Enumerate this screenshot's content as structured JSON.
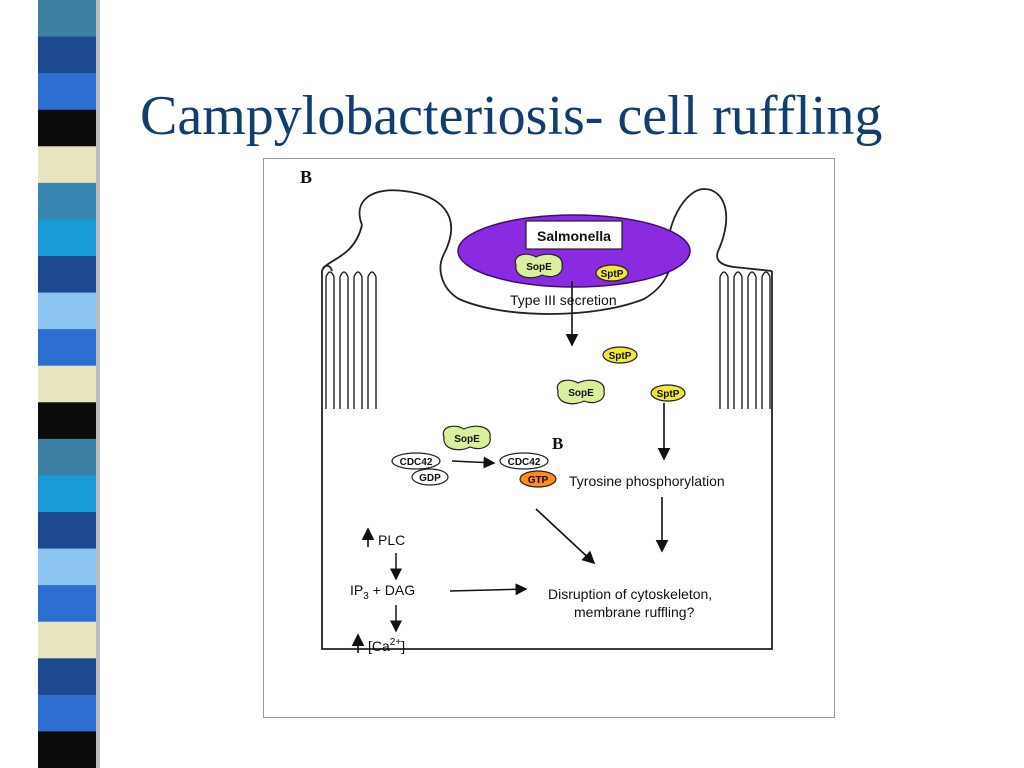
{
  "slide": {
    "title": "Campylobacteriosis- cell ruffling"
  },
  "left_strip_colors": [
    "#3e7fa6",
    "#1d4a8f",
    "#2d6fd0",
    "#0b0b0b",
    "#e8e4bd",
    "#3a86b3",
    "#1a9bd6",
    "#1d4a8f",
    "#8cc4f2",
    "#2d6fd0",
    "#e8e4bd",
    "#0b0b0b",
    "#3e7fa6",
    "#1a9bd6",
    "#1d4a8f",
    "#8cc4f2",
    "#2d6fd0",
    "#e8e4bd",
    "#1d4a8f",
    "#2d6fd0",
    "#0b0b0b"
  ],
  "diagram": {
    "panel_letter": "B",
    "bacterium_label": "Salmonella",
    "bacterium_color": "#8a2be2",
    "sope_label": "SopE",
    "sptp_label": "SptP",
    "secretion_label": "Type III secretion",
    "cdc42_label": "CDC42",
    "gdp_label": "GDP",
    "gtp_label": "GTP",
    "gtp_color": "#ff8a1e",
    "effector_color": "#d9ef9a",
    "sptp_color": "#f0e83a",
    "b_marker": "B",
    "tyrosine_label": "Tyrosine phosphorylation",
    "plc_label": "PLC",
    "ip3_label": "IP",
    "ip3_sub": "3",
    "dag_label": " + DAG",
    "ca_label": "[Ca",
    "ca_sup": "2+",
    "ca_close": "]",
    "disruption_line1": "Disruption of cytoskeleton,",
    "disruption_line2": "membrane ruffling?"
  }
}
